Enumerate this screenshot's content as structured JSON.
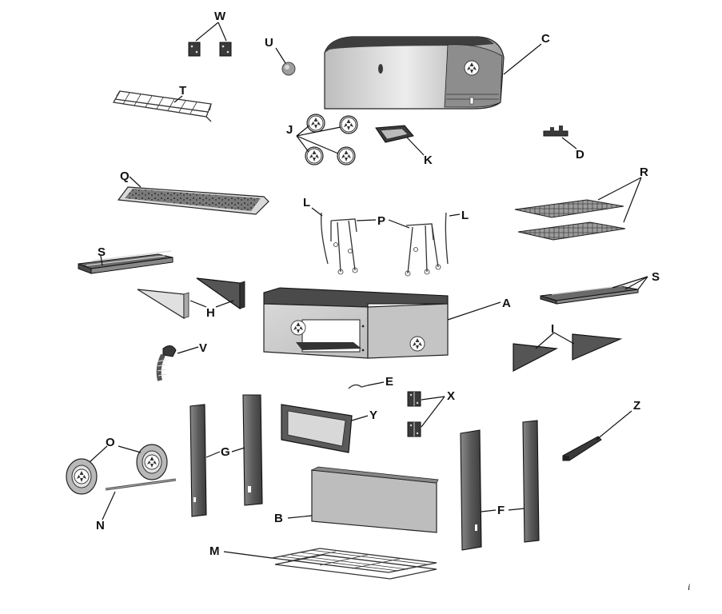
{
  "labels": {
    "A": "A",
    "B": "B",
    "C": "C",
    "D": "D",
    "E": "E",
    "F": "F",
    "G": "G",
    "H": "H",
    "I": "I",
    "J": "J",
    "K": "K",
    "L": "L",
    "M": "M",
    "N": "N",
    "O": "O",
    "P": "P",
    "Q": "Q",
    "R": "R",
    "S": "S",
    "T": "T",
    "U": "U",
    "V": "V",
    "W": "W",
    "X": "X",
    "Y": "Y",
    "Z": "Z"
  },
  "page_mark": "i"
}
